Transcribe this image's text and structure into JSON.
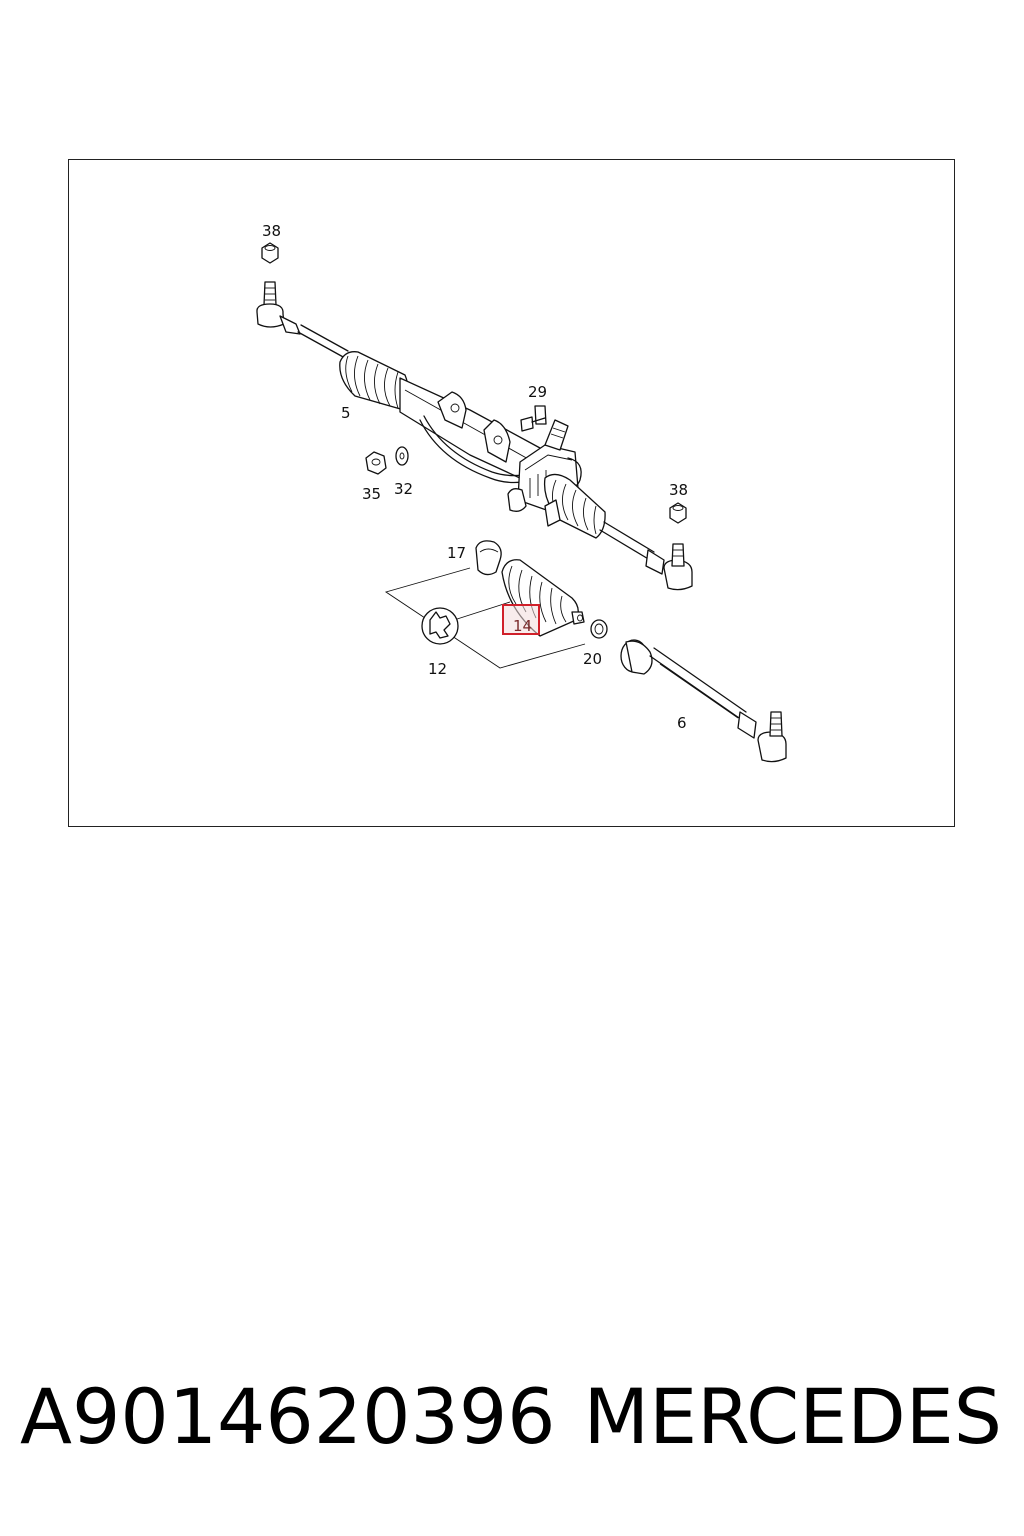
{
  "callouts": {
    "c38_top": "38",
    "c29": "29",
    "c5": "5",
    "c35": "35",
    "c32": "32",
    "c38_right": "38",
    "c17": "17",
    "c14": "14",
    "c12": "12",
    "c20": "20",
    "c6": "6"
  },
  "highlighted_callout": "14",
  "highlight_color": "#d0202a",
  "footer": {
    "part_number": "A9014620396",
    "brand": "MERCEDES"
  }
}
